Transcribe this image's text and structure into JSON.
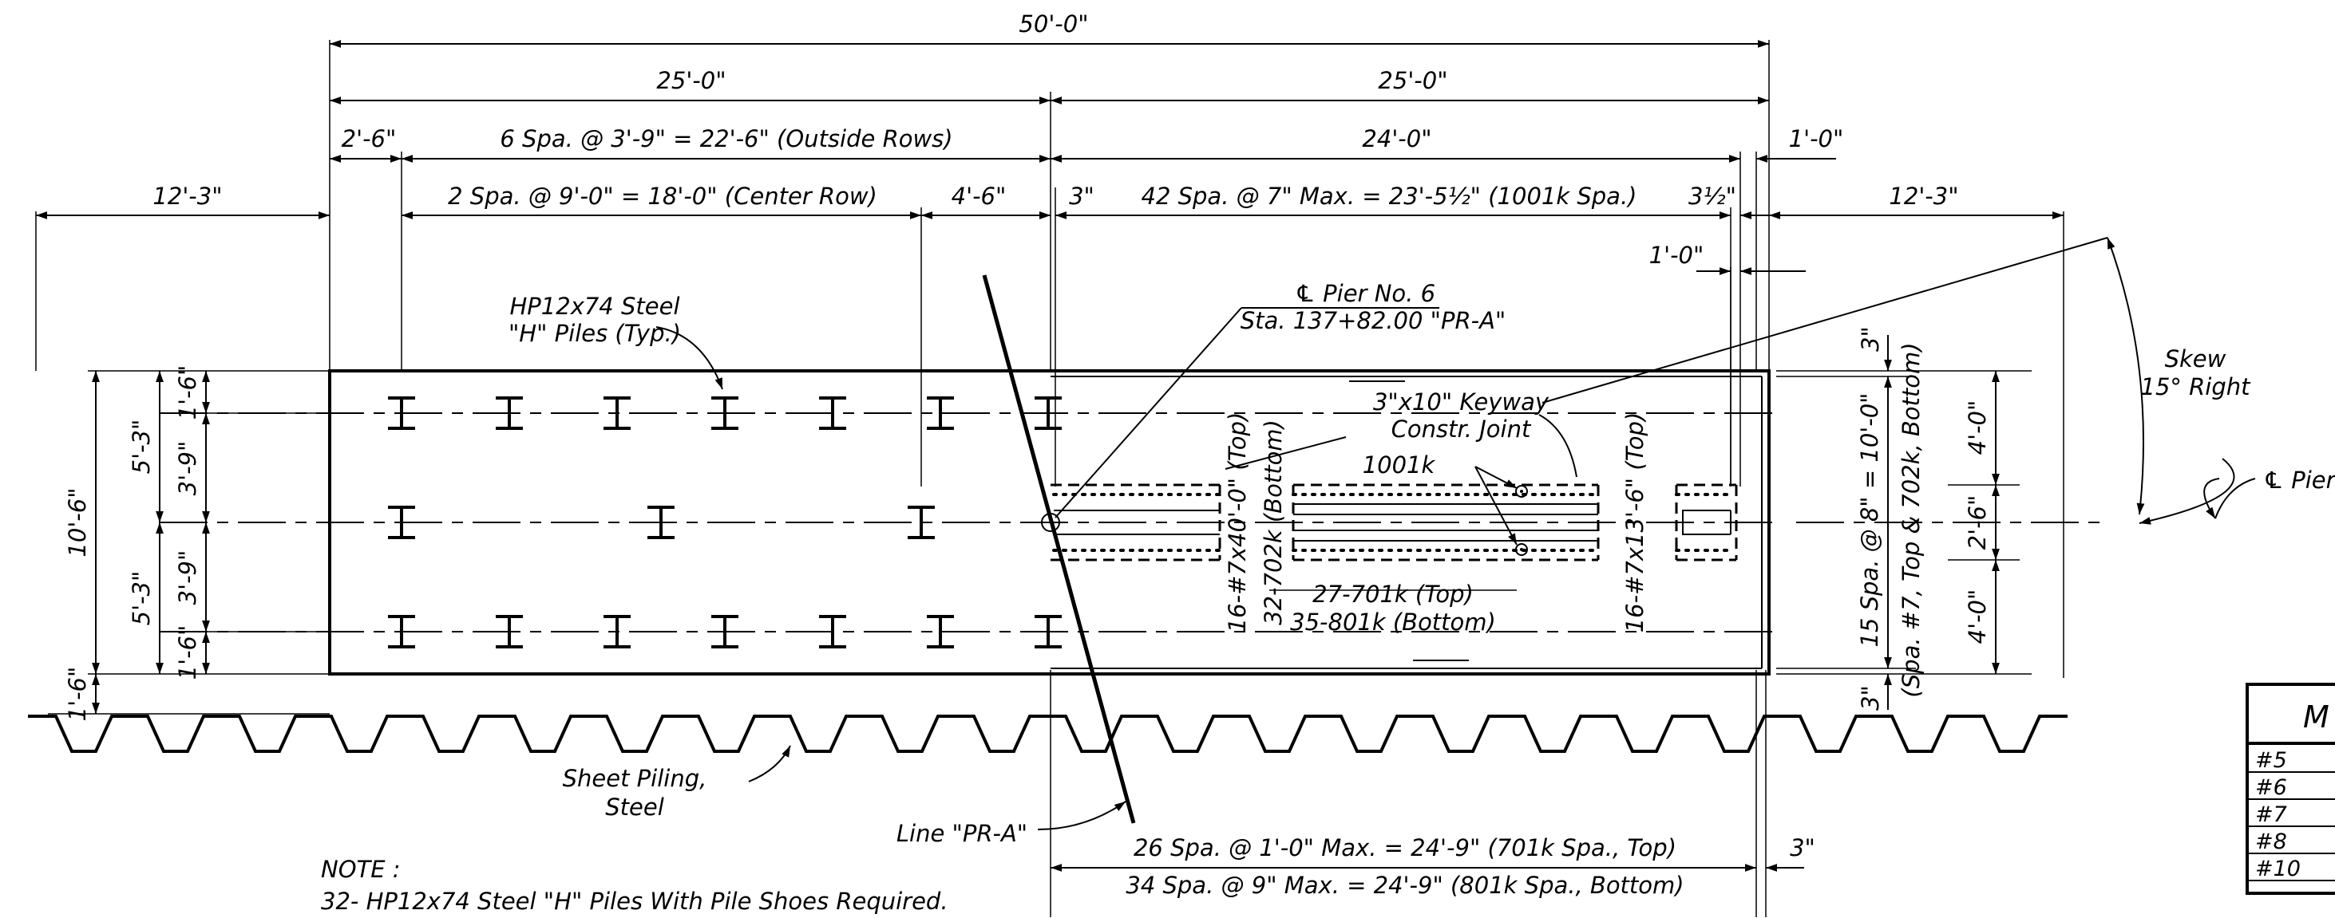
{
  "dims": {
    "overall": "50'-0\"",
    "left_half": "25'-0\"",
    "right_half": "25'-0\"",
    "left_edge": "2'-6\"",
    "outside_rows": "6 Spa. @ 3'-9\" = 22'-6\" (Outside Rows)",
    "right_24": "24'-0\"",
    "right_1": "1'-0\"",
    "left_overhang": "12'-3\"",
    "center_row": "2 Spa. @ 9'-0\" = 18'-0\" (Center Row)",
    "d_4_6": "4'-6\"",
    "d_3": "3\"",
    "spa_1001k": "42 Spa. @ 7\" Max. = 23'-5½\" (1001k Spa.)",
    "d_3_5": "3½\"",
    "right_overhang": "12'-3\"",
    "d_1_0b": "1'-0\"",
    "v_10_6": "10'-6\"",
    "v_5_3a": "5'-3\"",
    "v_5_3b": "5'-3\"",
    "v_1_6a": "1'-6\"",
    "v_3_9a": "3'-9\"",
    "v_3_9b": "3'-9\"",
    "v_1_6b": "1'-6\"",
    "v_1_6c": "1'-6\"",
    "v_3a": "3\"",
    "v_3b": "3\"",
    "v_15spa": "15 Spa. @ 8\" = 10'-0\"",
    "v_spa7": "(Spa. #7, Top & 702k, Bottom)",
    "v_4_0a": "4'-0\"",
    "v_2_6": "2'-6\"",
    "v_4_0b": "4'-0\"",
    "bot_26spa": "26 Spa. @ 1'-0\" Max. = 24'-9\" (701k Spa., Top)",
    "bot_34spa": "34 Spa. @ 9\" Max. = 24'-9\" (801k Spa., Bottom)",
    "bot_3": "3\""
  },
  "labels": {
    "piles_1": "HP12x74 Steel",
    "piles_2": "\"H\" Piles (Typ.)",
    "pier_cl": "℄ Pier No. 6",
    "station": "Sta. 137+82.00 \"PR-A\"",
    "keyway_1": "3\"x10\" Keyway",
    "keyway_2": "Constr. Joint",
    "bar_1001k": "1001k",
    "bars_16_top": "16-#7x40'-0\" (Top)",
    "bars_32_bottom": "32-702k (Bottom)",
    "bars_27": "27-701k (Top)",
    "bars_35": "35-801k (Bottom)",
    "bars_16_13": "16-#7x13'-6\" (Top)",
    "skew_1": "Skew",
    "skew_2": "15° Right",
    "pier_cl_right": "℄ Pier",
    "sheet_1": "Sheet Piling,",
    "sheet_2": "Steel",
    "line_pra": "Line \"PR-A\"",
    "note_title": "NOTE :",
    "note_body": "32- HP12x74 Steel \"H\" Piles With Pile Shoes Required."
  },
  "table": {
    "header": "M",
    "rows": [
      "#5",
      "#6",
      "#7",
      "#8",
      "#10"
    ]
  }
}
